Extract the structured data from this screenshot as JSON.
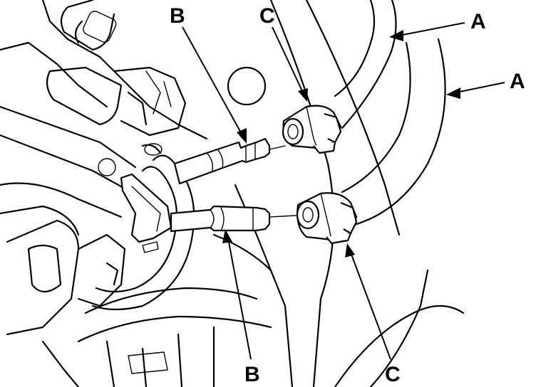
{
  "diagram": {
    "callouts": {
      "a_upper": "A",
      "a_lower": "A",
      "b_upper": "B",
      "b_lower": "B",
      "c_upper": "C",
      "c_lower": "C"
    }
  }
}
